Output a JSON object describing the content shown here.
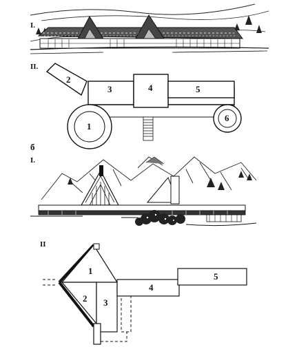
{
  "section_a": {
    "elevation_label": "I.",
    "plan_label": "II.",
    "rooms": [
      "2",
      "3",
      "4",
      "5",
      "1",
      "6"
    ]
  },
  "section_b": {
    "letter": "б",
    "elevation_label": "I.",
    "plan_label": "II",
    "rooms": [
      "1",
      "2",
      "3",
      "4",
      "5"
    ]
  }
}
